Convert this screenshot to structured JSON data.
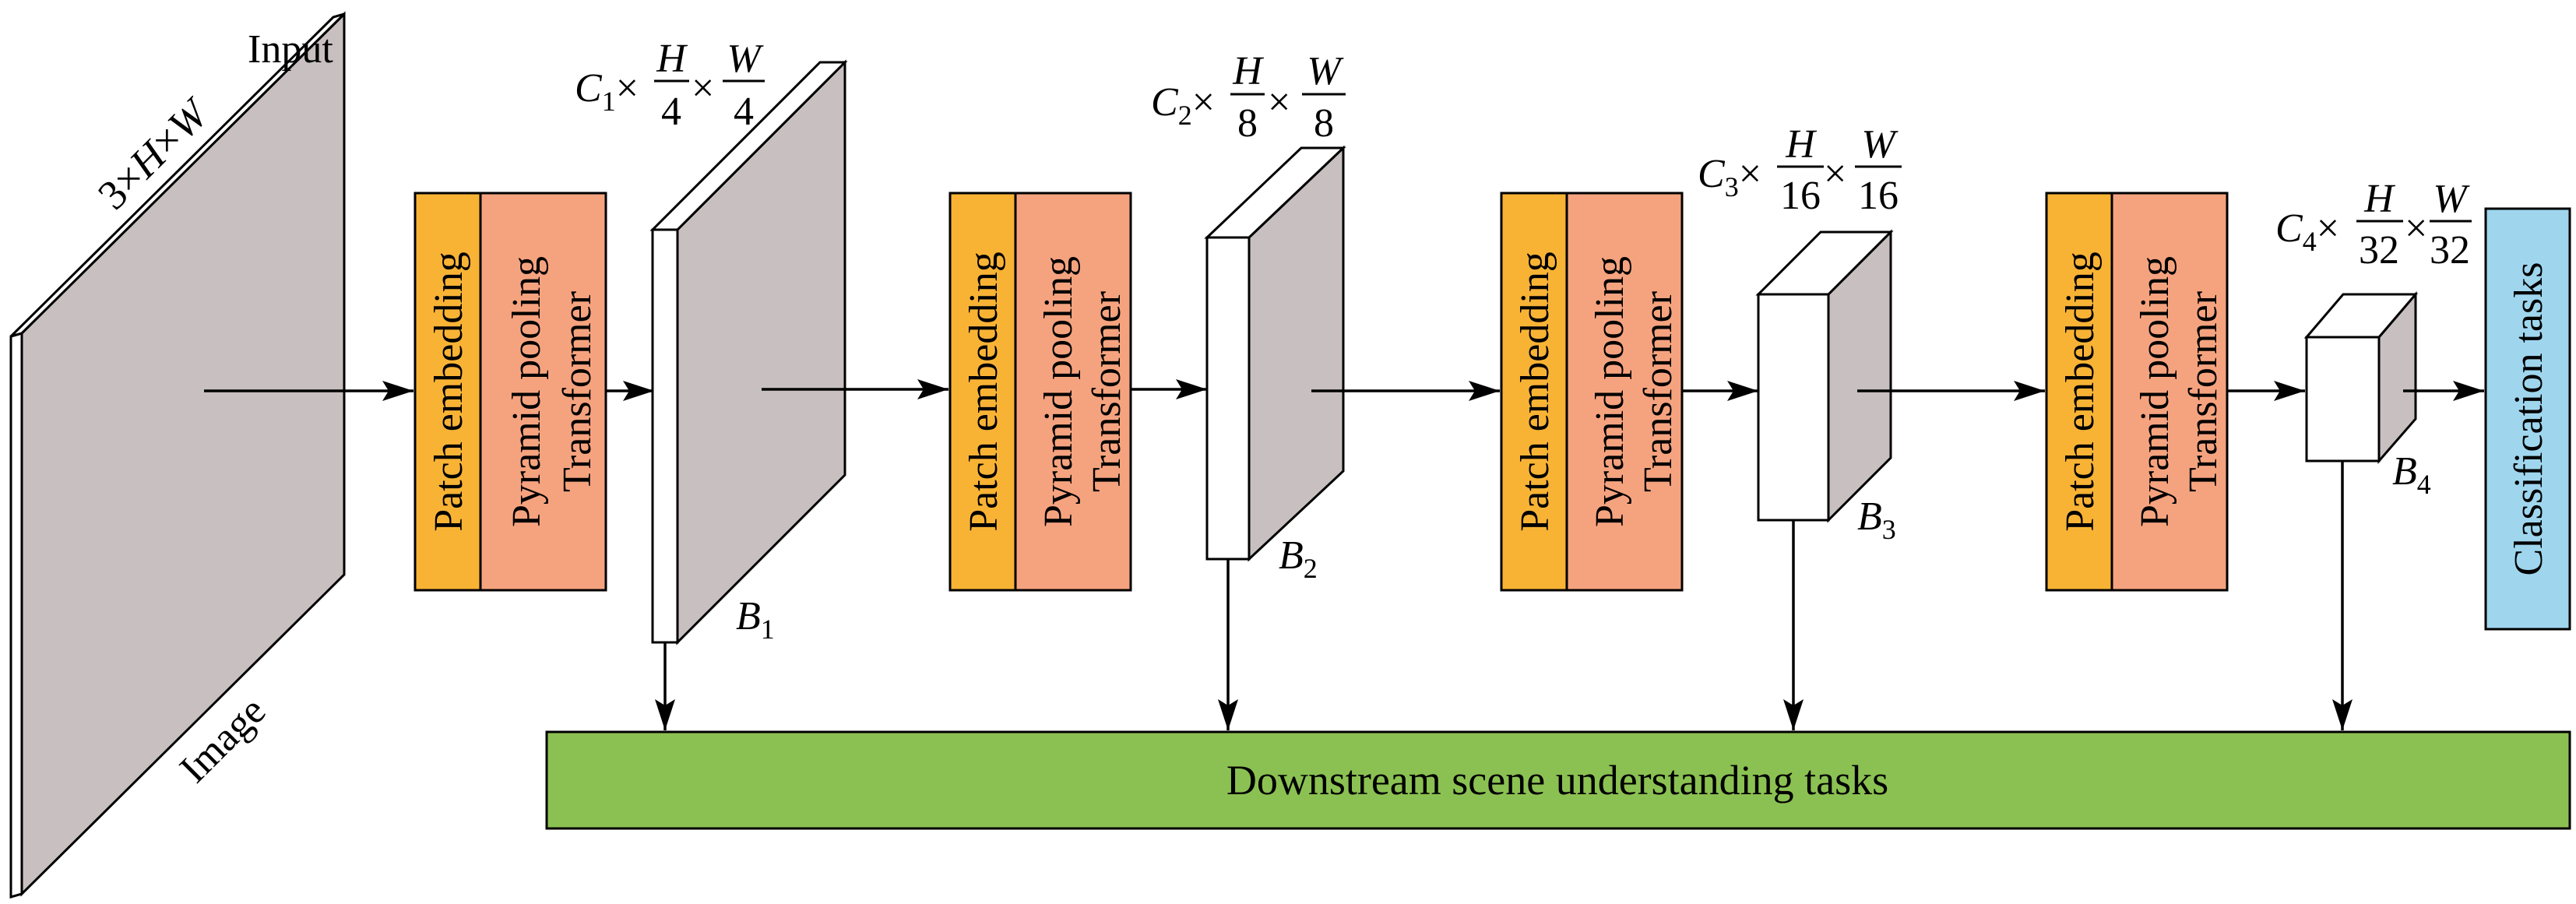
{
  "input": {
    "label": "Input",
    "dims": {
      "prefix": "3×",
      "h": "H",
      "x": "×",
      "w": "W"
    },
    "image_label": "Image"
  },
  "stages": [
    {
      "embed_label": "Patch embedding",
      "ppt_line1": "Pyramid pooling",
      "ppt_line2": "Transformer",
      "channel": "C",
      "channel_sub": "1",
      "h_num": "H",
      "h_den": "4",
      "w_num": "W",
      "w_den": "4",
      "times": "×",
      "block": "B",
      "block_sub": "1"
    },
    {
      "embed_label": "Patch embedding",
      "ppt_line1": "Pyramid pooling",
      "ppt_line2": "Transformer",
      "channel": "C",
      "channel_sub": "2",
      "h_num": "H",
      "h_den": "8",
      "w_num": "W",
      "w_den": "8",
      "times": "×",
      "block": "B",
      "block_sub": "2"
    },
    {
      "embed_label": "Patch embedding",
      "ppt_line1": "Pyramid pooling",
      "ppt_line2": "Transformer",
      "channel": "C",
      "channel_sub": "3",
      "h_num": "H",
      "h_den": "16",
      "w_num": "W",
      "w_den": "16",
      "times": "×",
      "block": "B",
      "block_sub": "3"
    },
    {
      "embed_label": "Patch embedding",
      "ppt_line1": "Pyramid pooling",
      "ppt_line2": "Transformer",
      "channel": "C",
      "channel_sub": "4",
      "h_num": "H",
      "h_den": "32",
      "w_num": "W",
      "w_den": "32",
      "times": "×",
      "block": "B",
      "block_sub": "4"
    }
  ],
  "classification": {
    "label": "Classification tasks"
  },
  "downstream": {
    "label": "Downstream scene understanding tasks"
  },
  "colors": {
    "patch_embedding": "#f8b335",
    "pyramid_pooling": "#f5a37f",
    "classification": "#9fd6ee",
    "downstream": "#8bc152",
    "slab": "#c8c0c0"
  }
}
